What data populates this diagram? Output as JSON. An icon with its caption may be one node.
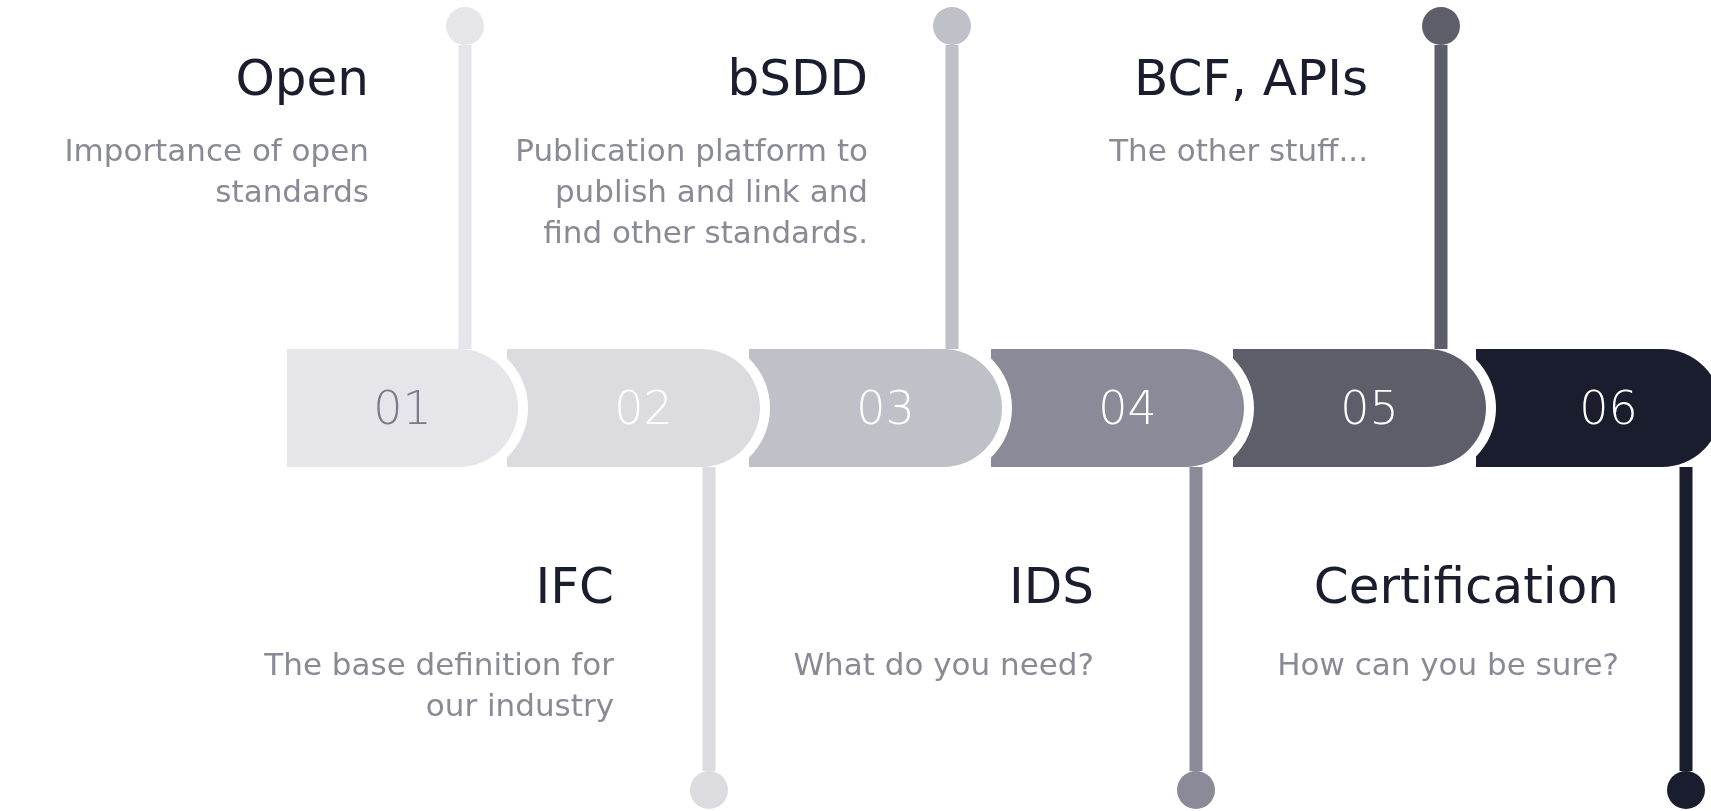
{
  "diagram": {
    "nodes": [
      {
        "text": [
          "01"
        ]
      },
      {
        "text": [
          "02"
        ]
      },
      {
        "text": [
          "03"
        ]
      },
      {
        "text": [
          "04"
        ]
      },
      {
        "text": [
          "05"
        ]
      },
      {
        "text": [
          "06"
        ]
      },
      {
        "text": [
          "Open",
          "Importance of open standards"
        ]
      },
      {
        "text": [
          "IFC",
          "The base definition for our industry"
        ]
      },
      {
        "text": [
          "bSDD",
          "Publication platform to publish and link and find other standards."
        ]
      },
      {
        "text": [
          "IDS",
          "What do you need?"
        ]
      },
      {
        "text": [
          "BCF, APIs",
          "The other stuff..."
        ]
      },
      {
        "text": [
          "Certification",
          "How can you be sure?"
        ]
      },
      {
        "text": [],
        "shape": "circle"
      },
      {
        "text": [],
        "shape": "circle"
      },
      {
        "text": [],
        "shape": "circle"
      },
      {
        "text": [],
        "shape": "circle"
      },
      {
        "text": [],
        "shape": "circle"
      },
      {
        "text": [],
        "shape": "circle"
      }
    ],
    "edges": [
      {
        "from": 12,
        "to": 0,
        "arrow": "none",
        "color": "#e6e6ea"
      },
      {
        "from": 13,
        "to": 1,
        "arrow": "none",
        "color": "#dcdce0"
      },
      {
        "from": 14,
        "to": 2,
        "arrow": "none",
        "color": "#c0c0c8"
      },
      {
        "from": 15,
        "to": 3,
        "arrow": "none",
        "color": "#8a8a98"
      },
      {
        "from": 16,
        "to": 4,
        "arrow": "none",
        "color": "#5e5e6a"
      },
      {
        "from": 17,
        "to": 5,
        "arrow": "none",
        "color": "#1a1d2e"
      }
    ]
  }
}
